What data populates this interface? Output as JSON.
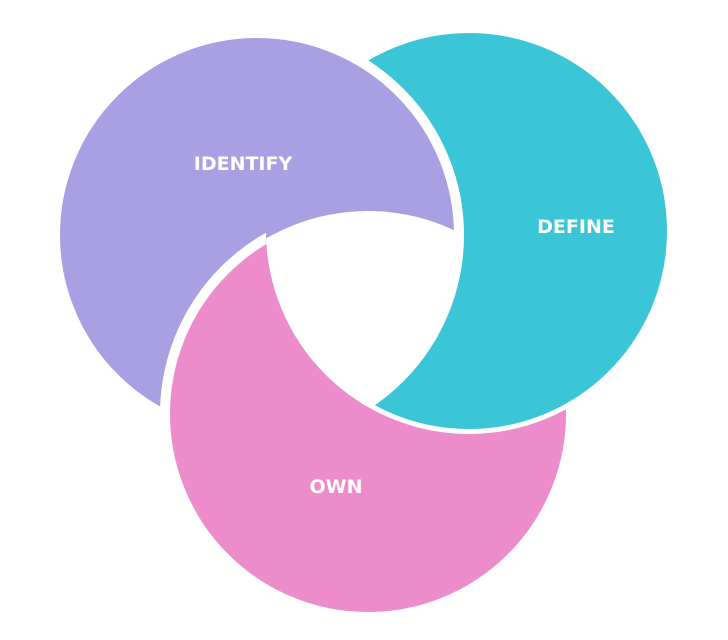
{
  "diagram": {
    "type": "three-circle cycle",
    "segments": [
      {
        "label": "IDENTIFY",
        "color": "#a99fe3"
      },
      {
        "label": "DEFINE",
        "color": "#3ac6d7"
      },
      {
        "label": "OWN",
        "color": "#ec8cca"
      }
    ],
    "background": "#ffffff"
  }
}
